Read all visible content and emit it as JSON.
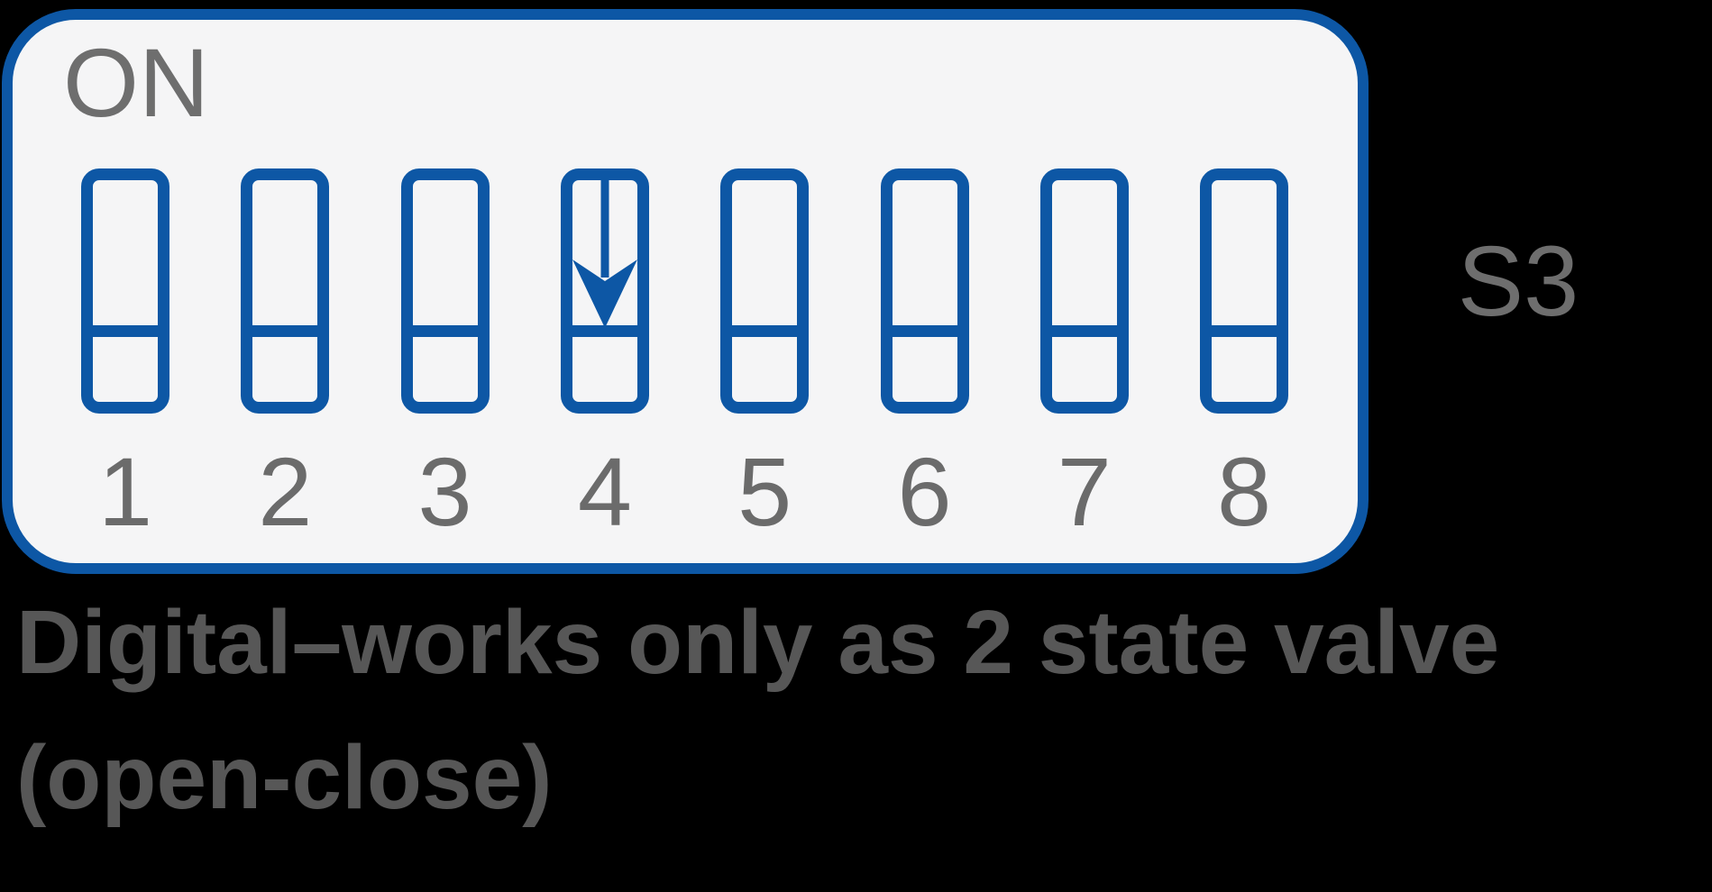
{
  "figure": {
    "on_label": "ON",
    "bank_label": "S3",
    "switches": [
      {
        "number": "1",
        "arrow_down": false
      },
      {
        "number": "2",
        "arrow_down": false
      },
      {
        "number": "3",
        "arrow_down": false
      },
      {
        "number": "4",
        "arrow_down": true
      },
      {
        "number": "5",
        "arrow_down": false
      },
      {
        "number": "6",
        "arrow_down": false
      },
      {
        "number": "7",
        "arrow_down": false
      },
      {
        "number": "8",
        "arrow_down": false
      }
    ],
    "caption_line1": "Digital–works only as 2 state valve",
    "caption_line2": "(open-close)"
  },
  "colors": {
    "page_bg": "#000000",
    "panel_bg": "#f5f5f6",
    "blue": "#0d57a5",
    "label_gray": "#6e6e6e",
    "number_gray": "#6b6b6b",
    "caption_gray": "#575757"
  }
}
